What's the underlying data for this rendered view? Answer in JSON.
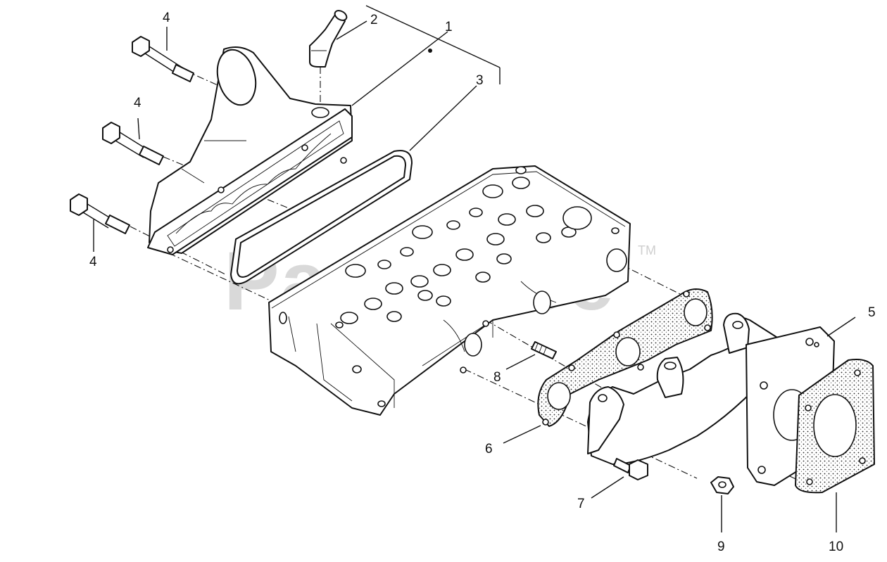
{
  "watermark": {
    "text": "PartsTree",
    "trademark": "TM"
  },
  "callouts": [
    {
      "id": "c1",
      "label": "1"
    },
    {
      "id": "c2",
      "label": "2"
    },
    {
      "id": "c3",
      "label": "3"
    },
    {
      "id": "c4a",
      "label": "4"
    },
    {
      "id": "c4b",
      "label": "4"
    },
    {
      "id": "c4c",
      "label": "4"
    },
    {
      "id": "c5",
      "label": "5"
    },
    {
      "id": "c6",
      "label": "6"
    },
    {
      "id": "c7",
      "label": "7"
    },
    {
      "id": "c8",
      "label": "8"
    },
    {
      "id": "c9",
      "label": "9"
    },
    {
      "id": "c10",
      "label": "10"
    }
  ]
}
